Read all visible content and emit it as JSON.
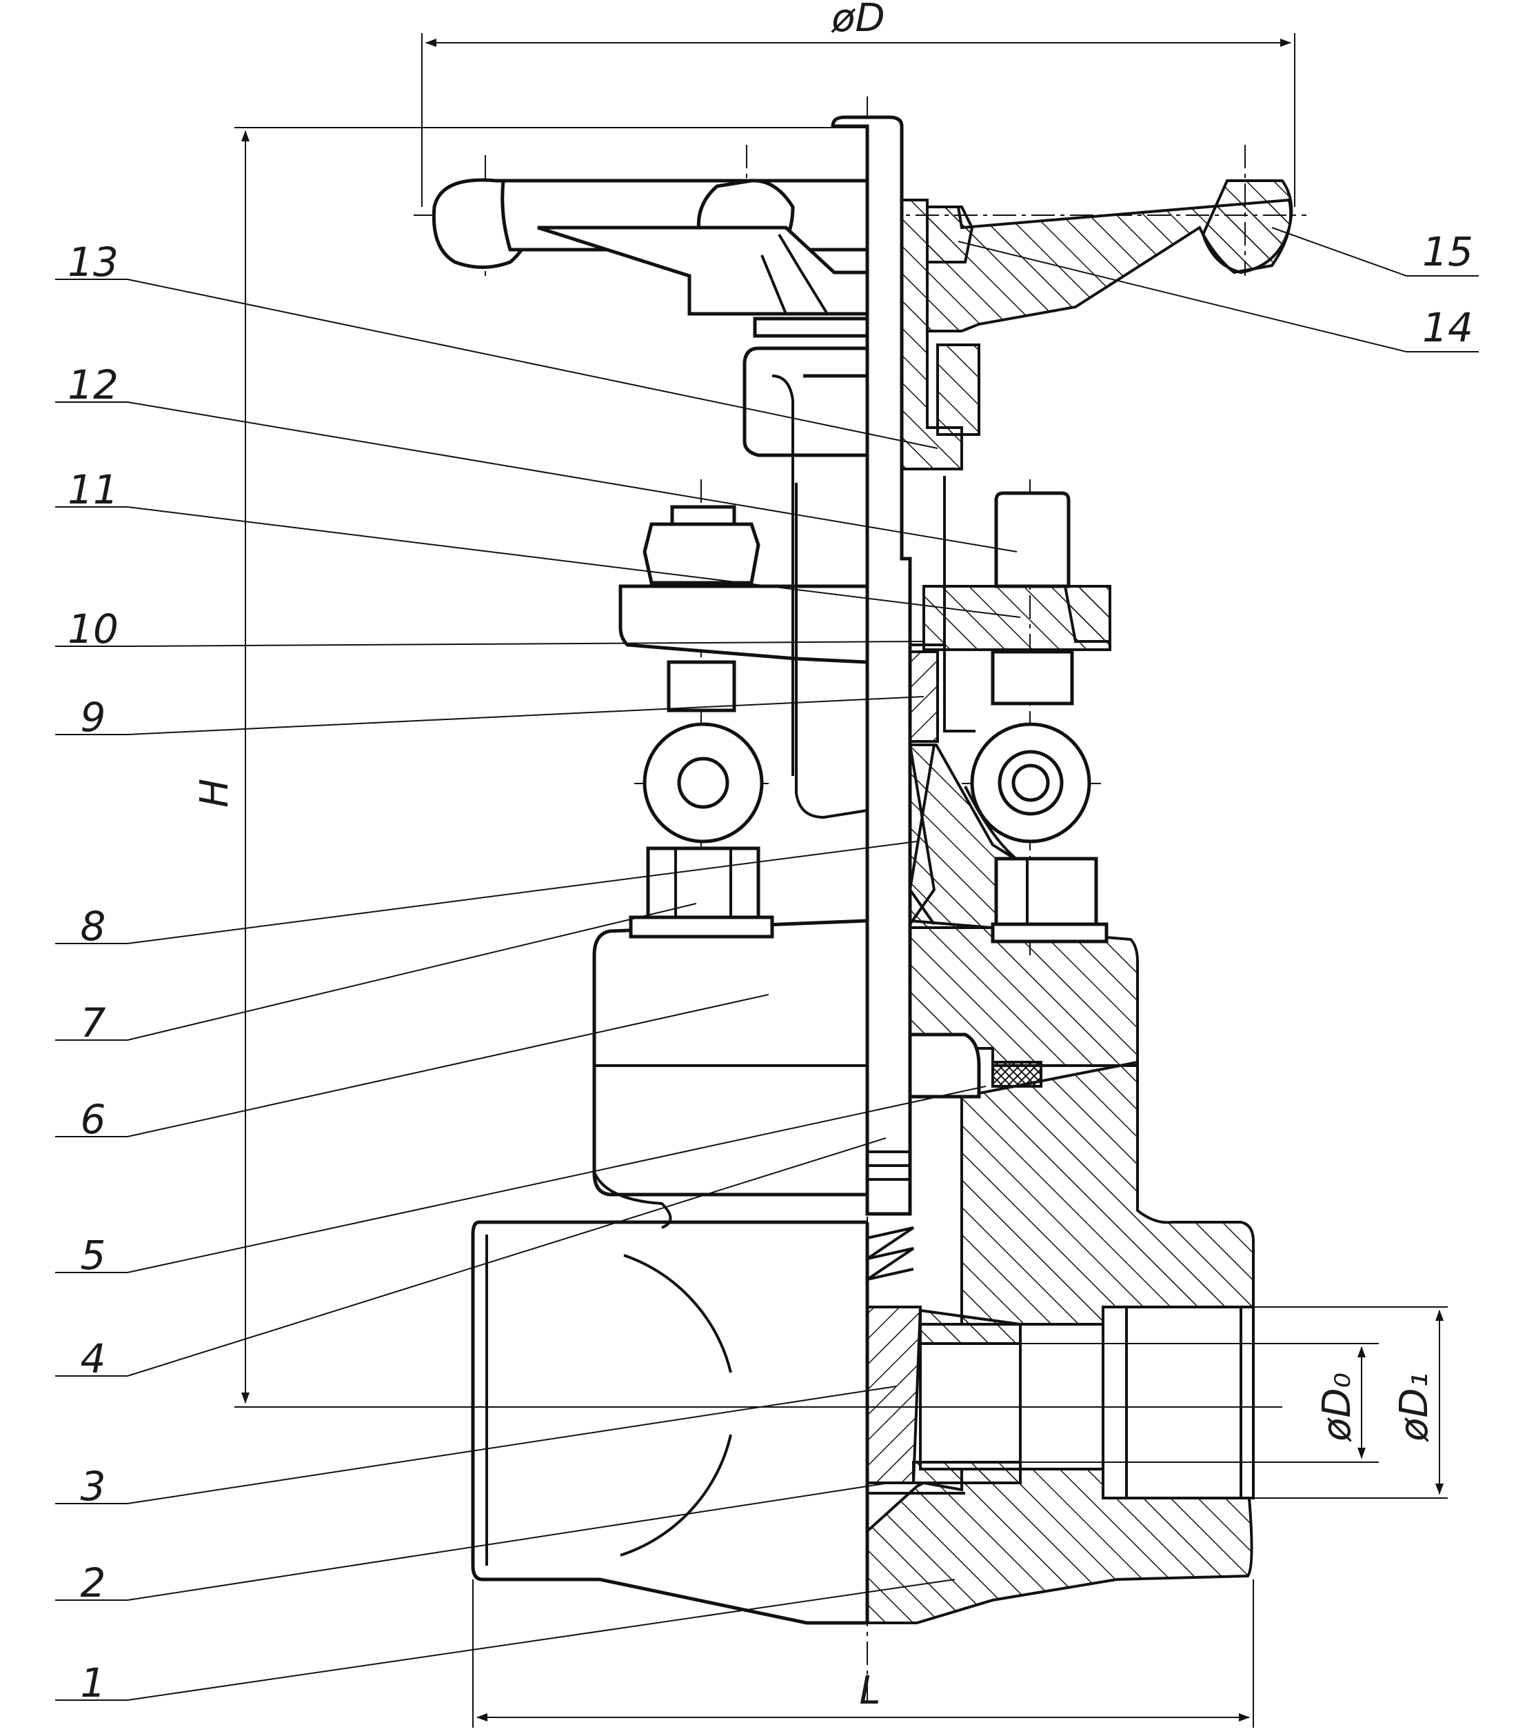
{
  "dimensions": {
    "outer_diameter": "øD",
    "height": "H",
    "length": "L",
    "bore_diameter": "øD₀",
    "thread_diameter": "øD₁"
  },
  "callouts": [
    "1",
    "2",
    "3",
    "4",
    "5",
    "6",
    "7",
    "8",
    "9",
    "10",
    "11",
    "12",
    "13",
    "14",
    "15"
  ]
}
